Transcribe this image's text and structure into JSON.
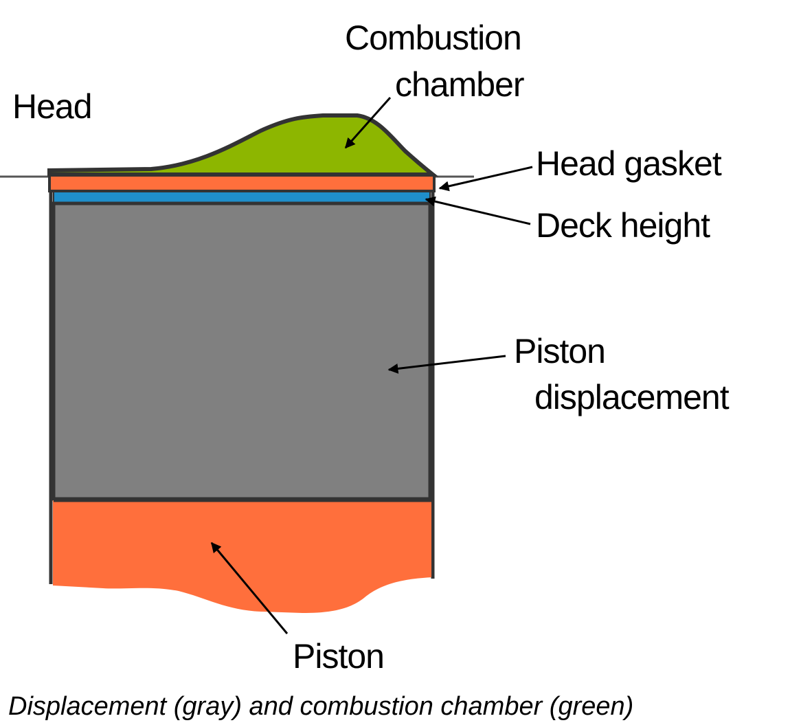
{
  "labels": {
    "head": "Head",
    "combustion_chamber_line1": "Combustion",
    "combustion_chamber_line2": "chamber",
    "head_gasket": "Head gasket",
    "deck_height": "Deck height",
    "piston_displacement_line1": "Piston",
    "piston_displacement_line2": "displacement",
    "piston": "Piston"
  },
  "caption": "Displacement (gray) and combustion chamber (green)",
  "colors": {
    "combustion_chamber": "#8db600",
    "head_gasket": "#ff6f3c",
    "deck_height": "#1f8fcb",
    "piston_displacement": "#808080",
    "piston": "#ff6f3c",
    "outline": "#333333"
  }
}
